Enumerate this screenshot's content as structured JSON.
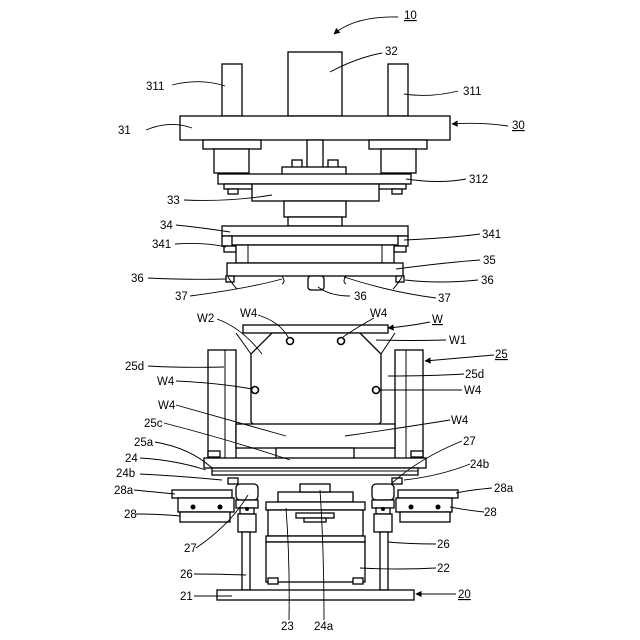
{
  "figure": {
    "labels": {
      "l10": "10",
      "l32": "32",
      "l311a": "311",
      "l311b": "311",
      "l31": "31",
      "l30": "30",
      "l312": "312",
      "l33": "33",
      "l34": "34",
      "l341a": "341",
      "l341b": "341",
      "l35": "35",
      "l36a": "36",
      "l36b": "36",
      "l36c": "36",
      "l37a": "37",
      "l37b": "37",
      "lW4a": "W4",
      "lW4b": "W4",
      "lW2": "W2",
      "lW": "W",
      "lW1": "W1",
      "l25": "25",
      "l25da": "25d",
      "l25db": "25d",
      "lW4c": "W4",
      "lW4d": "W4",
      "lW4e": "W4",
      "lW4f": "W4",
      "l25c": "25c",
      "l25a": "25a",
      "l27a": "27",
      "l24": "24",
      "l24ba": "24b",
      "l24bb": "24b",
      "l28aa": "28a",
      "l28ab": "28a",
      "l28a": "28",
      "l28b": "28",
      "l27b": "27",
      "l26a": "26",
      "l26b": "26",
      "l22": "22",
      "l21": "21",
      "l20": "20",
      "l23": "23",
      "l24a": "24a"
    }
  }
}
